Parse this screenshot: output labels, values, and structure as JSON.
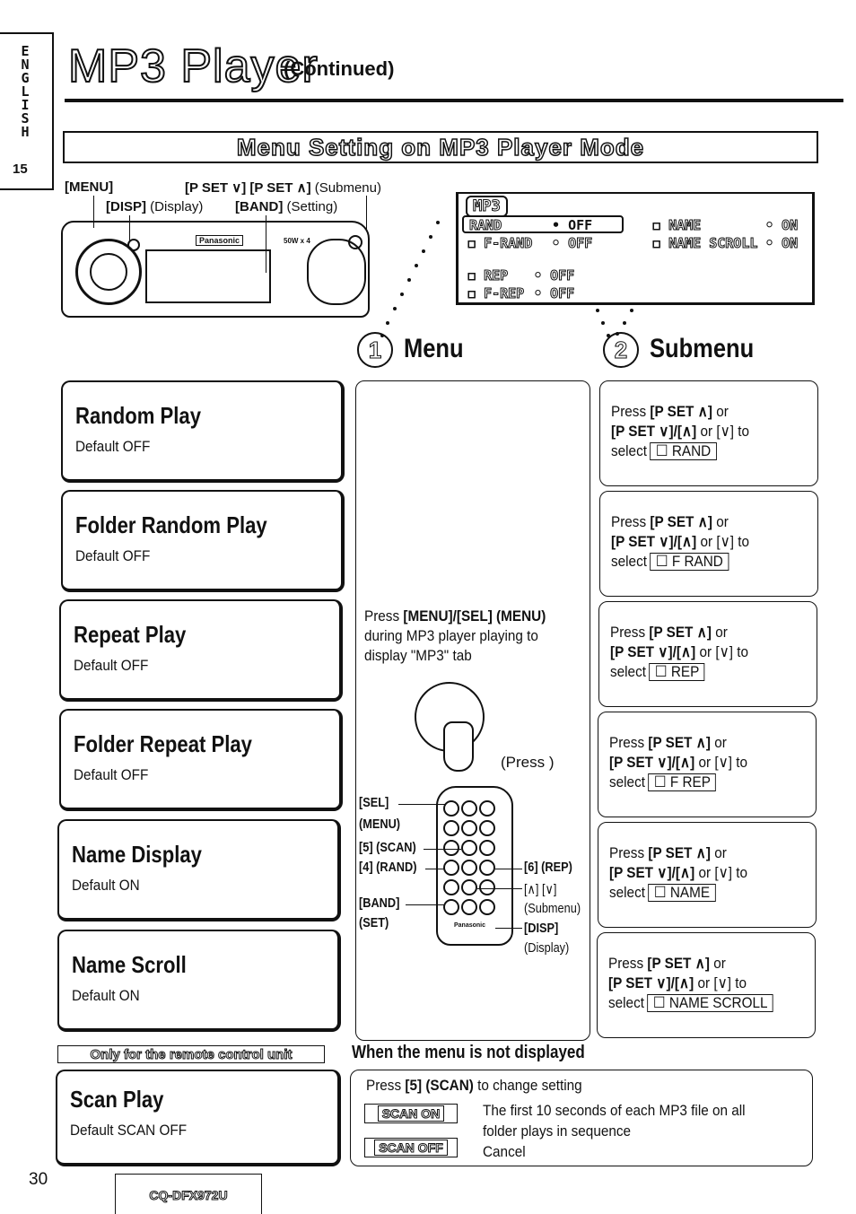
{
  "side_tab": {
    "language": "ENGLISH",
    "number": "15"
  },
  "title": {
    "main": "MP3 Player",
    "continued": "(Continued)"
  },
  "section_banner": "Menu Setting on MP3 Player Mode",
  "head_unit_labels": {
    "menu": "[MENU]",
    "pset_bold": "[P SET ∨] [P SET ∧]",
    "pset_note": "(Submenu)",
    "disp_bold": "[DISP]",
    "disp_note": "(Display)",
    "band_bold": "[BAND]",
    "band_note": "(Setting)",
    "brand": "Panasonic",
    "power": "50W x 4"
  },
  "lcd": {
    "tab": "MP3",
    "rows_left": [
      "RAND",
      "F-RAND",
      "REP",
      "F-REP"
    ],
    "rows_left_values": [
      "OFF",
      "OFF",
      "OFF",
      "OFF"
    ],
    "rows_right": [
      "NAME",
      "NAME SCROLL"
    ],
    "rows_right_values": [
      "ON",
      "ON"
    ]
  },
  "column_headings": {
    "menu_num": "1",
    "menu": "Menu",
    "submenu_num": "2",
    "submenu": "Submenu"
  },
  "features": [
    {
      "title": "Random Play",
      "default": "Default  OFF"
    },
    {
      "title": "Folder Random Play",
      "default": "Default  OFF"
    },
    {
      "title": "Repeat Play",
      "default": "Default  OFF"
    },
    {
      "title": "Folder Repeat Play",
      "default": "Default  OFF"
    },
    {
      "title": "Name Display",
      "default": "Default  ON"
    },
    {
      "title": "Name Scroll",
      "default": "Default  ON"
    }
  ],
  "submenu": {
    "line1_pre": "Press ",
    "line1_bold": "[P SET ∧]",
    "line1_post": " or",
    "line2_bold": "[P SET ∨]/[∧]",
    "line2_post": " or [∨] to",
    "line3": "select",
    "items": [
      "☐ RAND",
      "☐ F RAND",
      "☐ REP",
      "☐ F REP",
      "☐ NAME",
      "☐ NAME SCROLL"
    ]
  },
  "center": {
    "instr_pre": "Press ",
    "instr_bold": "[MENU]/[SEL] (MENU)",
    "instr_rest": "during MP3 player playing to display \"MP3\" tab",
    "press": "(Press )",
    "remote_labels": {
      "sel": "[SEL]",
      "menu": "(MENU)",
      "scan": "[5] (SCAN)",
      "rand": "[4] (RAND)",
      "band": "[BAND]",
      "set": "(SET)",
      "rep": "[6] (REP)",
      "updown": "[∧] [∨]",
      "submenu": "(Submenu)",
      "disp": "[DISP]",
      "display": "(Display)",
      "brand": "Panasonic"
    }
  },
  "remote_only": "Only for the remote control unit",
  "scan_play": {
    "title": "Scan Play",
    "default": "Default  SCAN OFF"
  },
  "when_not_displayed": {
    "title": "When the menu is not displayed",
    "instr_pre": "Press ",
    "instr_bold": "[5] (SCAN)",
    "instr_post": " to change setting",
    "scan_on": "SCAN ON",
    "scan_on_desc": "The first 10 seconds of each MP3 file on all folder plays in sequence",
    "scan_off": "SCAN OFF",
    "scan_off_desc": "Cancel"
  },
  "footer": {
    "page": "30",
    "model": "CQ-DFX972U"
  }
}
